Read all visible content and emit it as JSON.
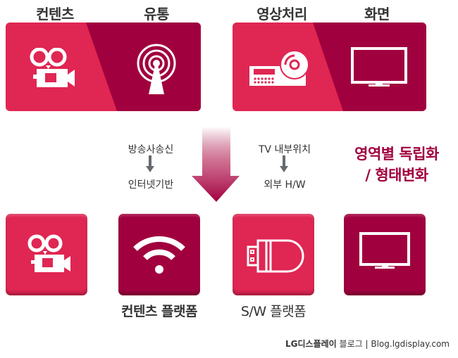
{
  "top_row": {
    "labels": [
      "컨텐츠",
      "유통",
      "영상처리",
      "화면"
    ],
    "boxes": [
      {
        "left_icon": "film-camera-icon",
        "right_icon": "broadcast-tower-icon"
      },
      {
        "left_icon": "disc-player-icon",
        "right_icon": "tv-monitor-icon"
      }
    ]
  },
  "transition": {
    "left": {
      "from": "방송사송신",
      "to": "인터넷기반"
    },
    "right": {
      "from": "TV 내부위치",
      "to": "외부 H/W"
    },
    "summary_line1": "영역별 독립화",
    "summary_line2": "/ 형태변화"
  },
  "bottom_row": {
    "tiles": [
      {
        "icon": "film-camera-icon",
        "label": ""
      },
      {
        "icon": "wifi-icon",
        "label": "컨텐츠 플랫폼"
      },
      {
        "icon": "usb-dongle-icon",
        "label": "S/W 플랫폼"
      },
      {
        "icon": "tv-monitor-icon",
        "label": ""
      }
    ]
  },
  "footer": {
    "brand": "LG디스플레이",
    "blog": "블로그",
    "separator": "|",
    "url": "Blog.lgdisplay.com"
  },
  "colors": {
    "pink": "#e02653",
    "dark": "#a1003e",
    "text": "#333333",
    "arrow_gray": "#666a70"
  }
}
